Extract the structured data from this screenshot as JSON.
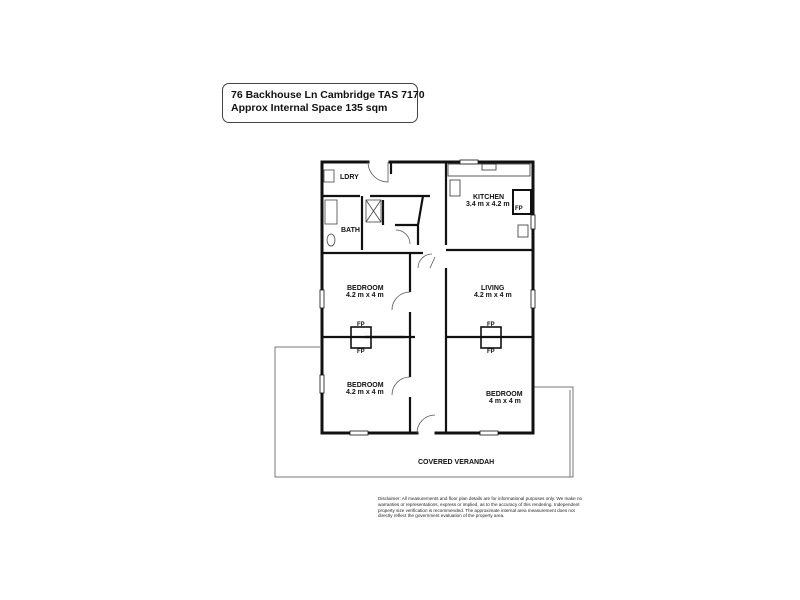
{
  "header": {
    "address": "76 Backhouse Ln Cambridge TAS 7170",
    "area": "Approx Internal Space 135 sqm"
  },
  "rooms": {
    "ldry": "LDRY",
    "bath": "BATH",
    "kitchen": "KITCHEN",
    "kitchen_size": "3.4 m x 4.2 m",
    "bedroom1": "BEDROOM",
    "bedroom1_size": "4.2 m x 4 m",
    "living": "LIVING",
    "living_size": "4.2 m x 4 m",
    "bedroom2": "BEDROOM",
    "bedroom2_size": "4.2 m x 4 m",
    "bedroom3": "BEDROOM",
    "bedroom3_size": "4 m x 4 m",
    "verandah": "COVERED VERANDAH"
  },
  "fireplace_label": "FP",
  "disclaimer": "Disclaimer: All measurements and floor plan details are for informational purposes only. We make no warranties or representations, express or implied, as to the accuracy of this rendering. Independent property size verification is recommended. The approximate internal area measurement does not directly reflect the government evaluation of the property area."
}
